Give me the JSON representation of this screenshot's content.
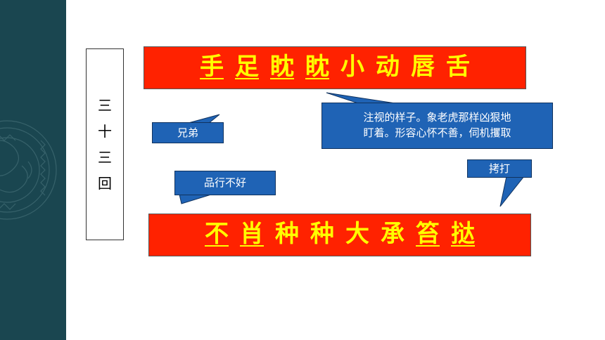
{
  "vertical_title": [
    "三",
    "十",
    "三",
    "回"
  ],
  "top_banner": [
    {
      "text": "手",
      "underlined": true
    },
    {
      "text": "足",
      "underlined": true
    },
    {
      "text": "眈",
      "underlined": true
    },
    {
      "text": "眈",
      "underlined": true
    },
    {
      "text": "小",
      "underlined": false
    },
    {
      "text": "动",
      "underlined": false
    },
    {
      "text": "唇",
      "underlined": false
    },
    {
      "text": "舌",
      "underlined": false
    }
  ],
  "bottom_banner": [
    {
      "text": "不",
      "underlined": true
    },
    {
      "text": "肖",
      "underlined": true
    },
    {
      "text": "种",
      "underlined": false
    },
    {
      "text": "种",
      "underlined": false
    },
    {
      "text": "大",
      "underlined": false
    },
    {
      "text": "承",
      "underlined": false
    },
    {
      "text": "笞",
      "underlined": true
    },
    {
      "text": "挞",
      "underlined": true
    }
  ],
  "callouts": {
    "brothers": "兄弟",
    "bad_conduct": "品行不好",
    "stare_line1": "注视的样子。象老虎那样凶狠地",
    "stare_line2": "盯着。形容心怀不善，伺机攫取",
    "beat": "拷打"
  },
  "colors": {
    "sidebar": "#1a4650",
    "banner_bg": "#ff2200",
    "banner_text": "#ffff00",
    "callout_bg": "#1f63b5"
  }
}
